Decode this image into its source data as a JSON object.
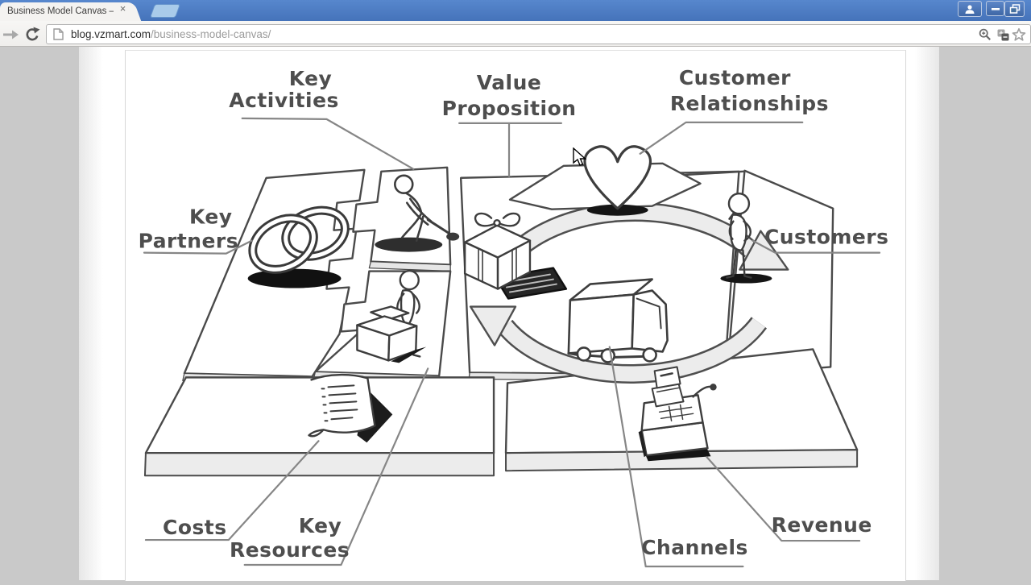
{
  "browser": {
    "tab_title": "Business Model Canvas –",
    "tab_close": "×",
    "url_domain": "blog.vzmart.com",
    "url_path": "/business-model-canvas/"
  },
  "icons": {
    "titlebar": [
      "profile-icon",
      "minimize-icon",
      "restore-icon"
    ],
    "toolbar": [
      "forward-icon",
      "reload-icon",
      "page-icon",
      "zoom-icon",
      "translate-icon",
      "bookmark-star-icon"
    ],
    "cursor": "mouse-cursor"
  },
  "colors": {
    "titlebar_blue": "#4d7cc4",
    "tab_bg": "#f4f3f1",
    "toolbar_bg": "#f2f1ef",
    "page_bg": "#c9c9c9",
    "sketch_stroke": "#3d3d3d",
    "label_text": "#4e4e4e"
  },
  "diagram": {
    "title": "Business Model Canvas sketch",
    "labels": {
      "key_partners_line1": "Key",
      "key_partners_line2": "Partners",
      "key_activities_line1": "Key",
      "key_activities_line2": "Activities",
      "value_proposition_line1": "Value",
      "value_proposition_line2": "Proposition",
      "customer_relationships_line1": "Customer",
      "customer_relationships_line2": "Relationships",
      "customers": "Customers",
      "costs": "Costs",
      "key_resources_line1": "Key",
      "key_resources_line2": "Resources",
      "channels": "Channels",
      "revenue": "Revenue"
    },
    "sketch_objects": [
      "interlocked-rings",
      "digging-person",
      "person-with-boxes",
      "gift-box",
      "keyboard",
      "heart",
      "delivery-truck",
      "standing-customer",
      "cash-register",
      "cost-list-paper",
      "cycle-arrows"
    ]
  }
}
